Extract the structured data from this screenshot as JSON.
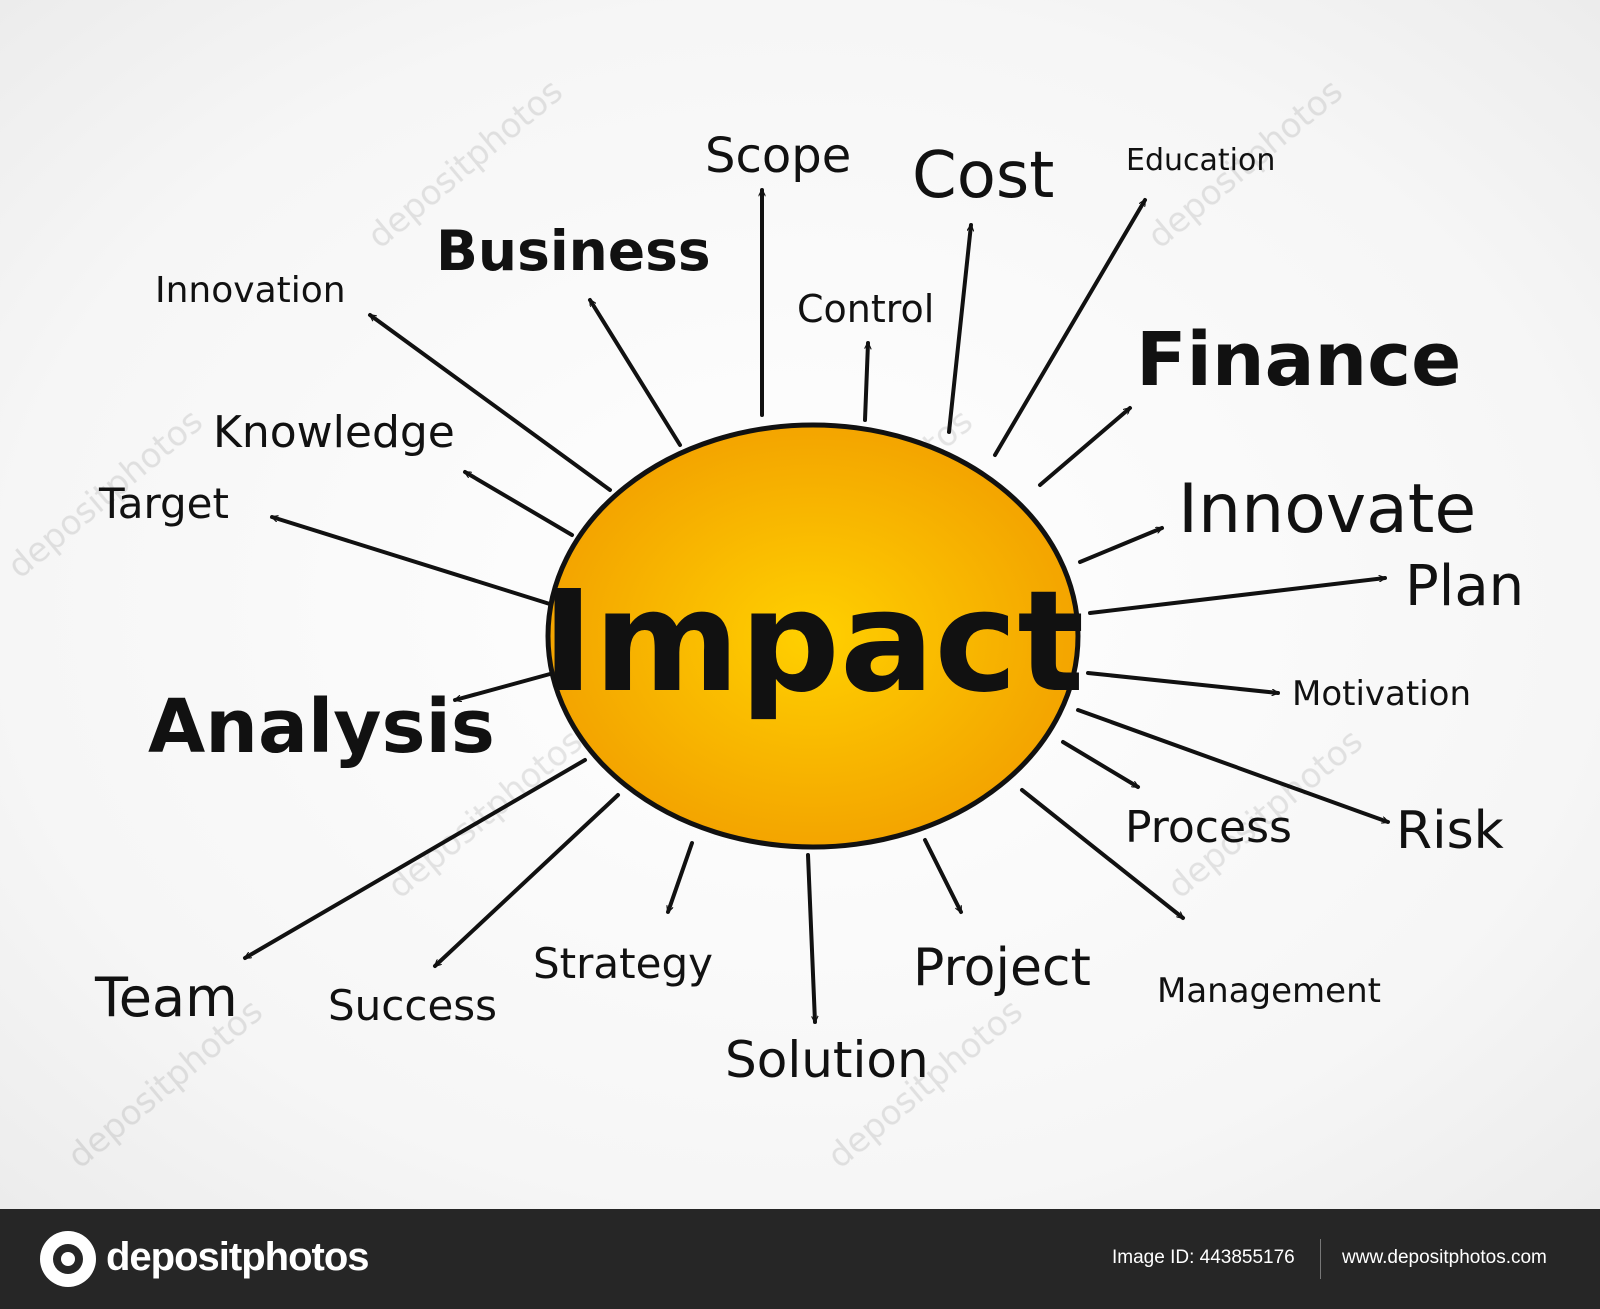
{
  "diagram": {
    "center": "Impact",
    "nodes": {
      "scope": "Scope",
      "cost": "Cost",
      "education": "Education",
      "business": "Business",
      "innovation": "Innovation",
      "control": "Control",
      "finance": "Finance",
      "knowledge": "Knowledge",
      "target": "Target",
      "innovate": "Innovate",
      "plan": "Plan",
      "analysis": "Analysis",
      "motivation": "Motivation",
      "process": "Process",
      "risk": "Risk",
      "team": "Team",
      "success": "Success",
      "strategy": "Strategy",
      "project": "Project",
      "management": "Management",
      "solution": "Solution"
    },
    "colors": {
      "sun_inner": "#FFD000",
      "sun_outer": "#F2A000",
      "ink": "#111111"
    }
  },
  "watermark": "depositphotos",
  "footer": {
    "brand": "depositphotos",
    "image_id": "Image ID: 443855176",
    "url": "www.depositphotos.com"
  }
}
